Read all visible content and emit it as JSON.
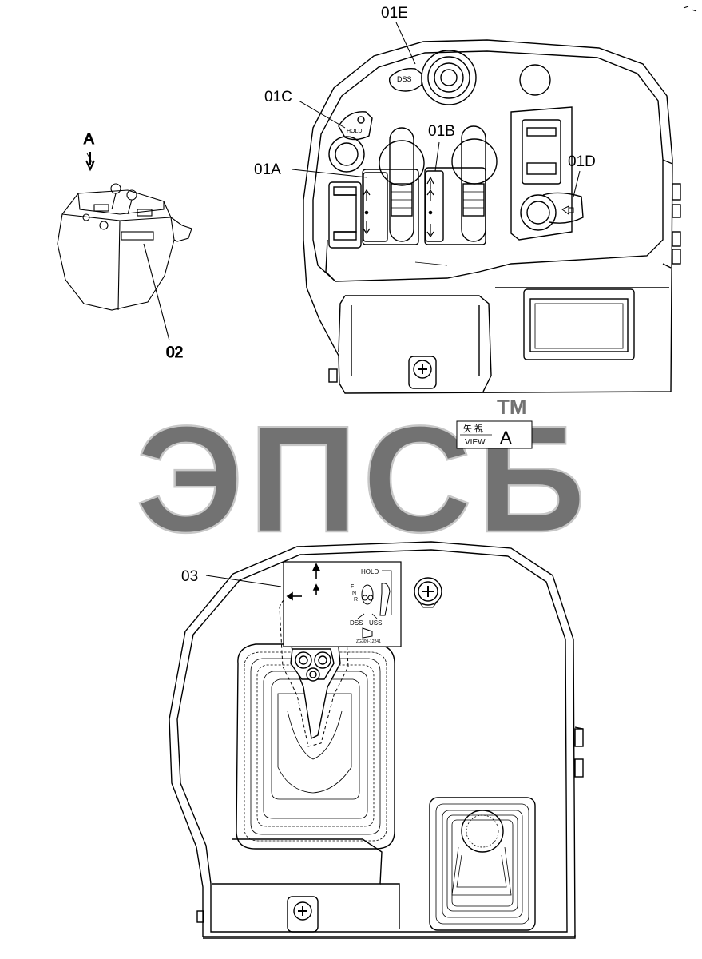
{
  "view_marker": {
    "letter": "A"
  },
  "callouts": {
    "c01E": "01E",
    "c01C": "01C",
    "c01B": "01B",
    "c01A": "01A",
    "c01D": "01D",
    "c02": "02",
    "c03": "03"
  },
  "buttons": {
    "dss": "DSS",
    "hold": "HOLD"
  },
  "view_label": {
    "jp": "矢 視",
    "en": "VIEW",
    "letter": "A"
  },
  "decal": {
    "hold": "HOLD",
    "f": "F",
    "n": "N",
    "r": "R",
    "dss": "DSS",
    "uss": "USS",
    "part_no": "ZG309-12241"
  },
  "watermark": {
    "text": "ЭПСБ",
    "tm": "TM"
  }
}
